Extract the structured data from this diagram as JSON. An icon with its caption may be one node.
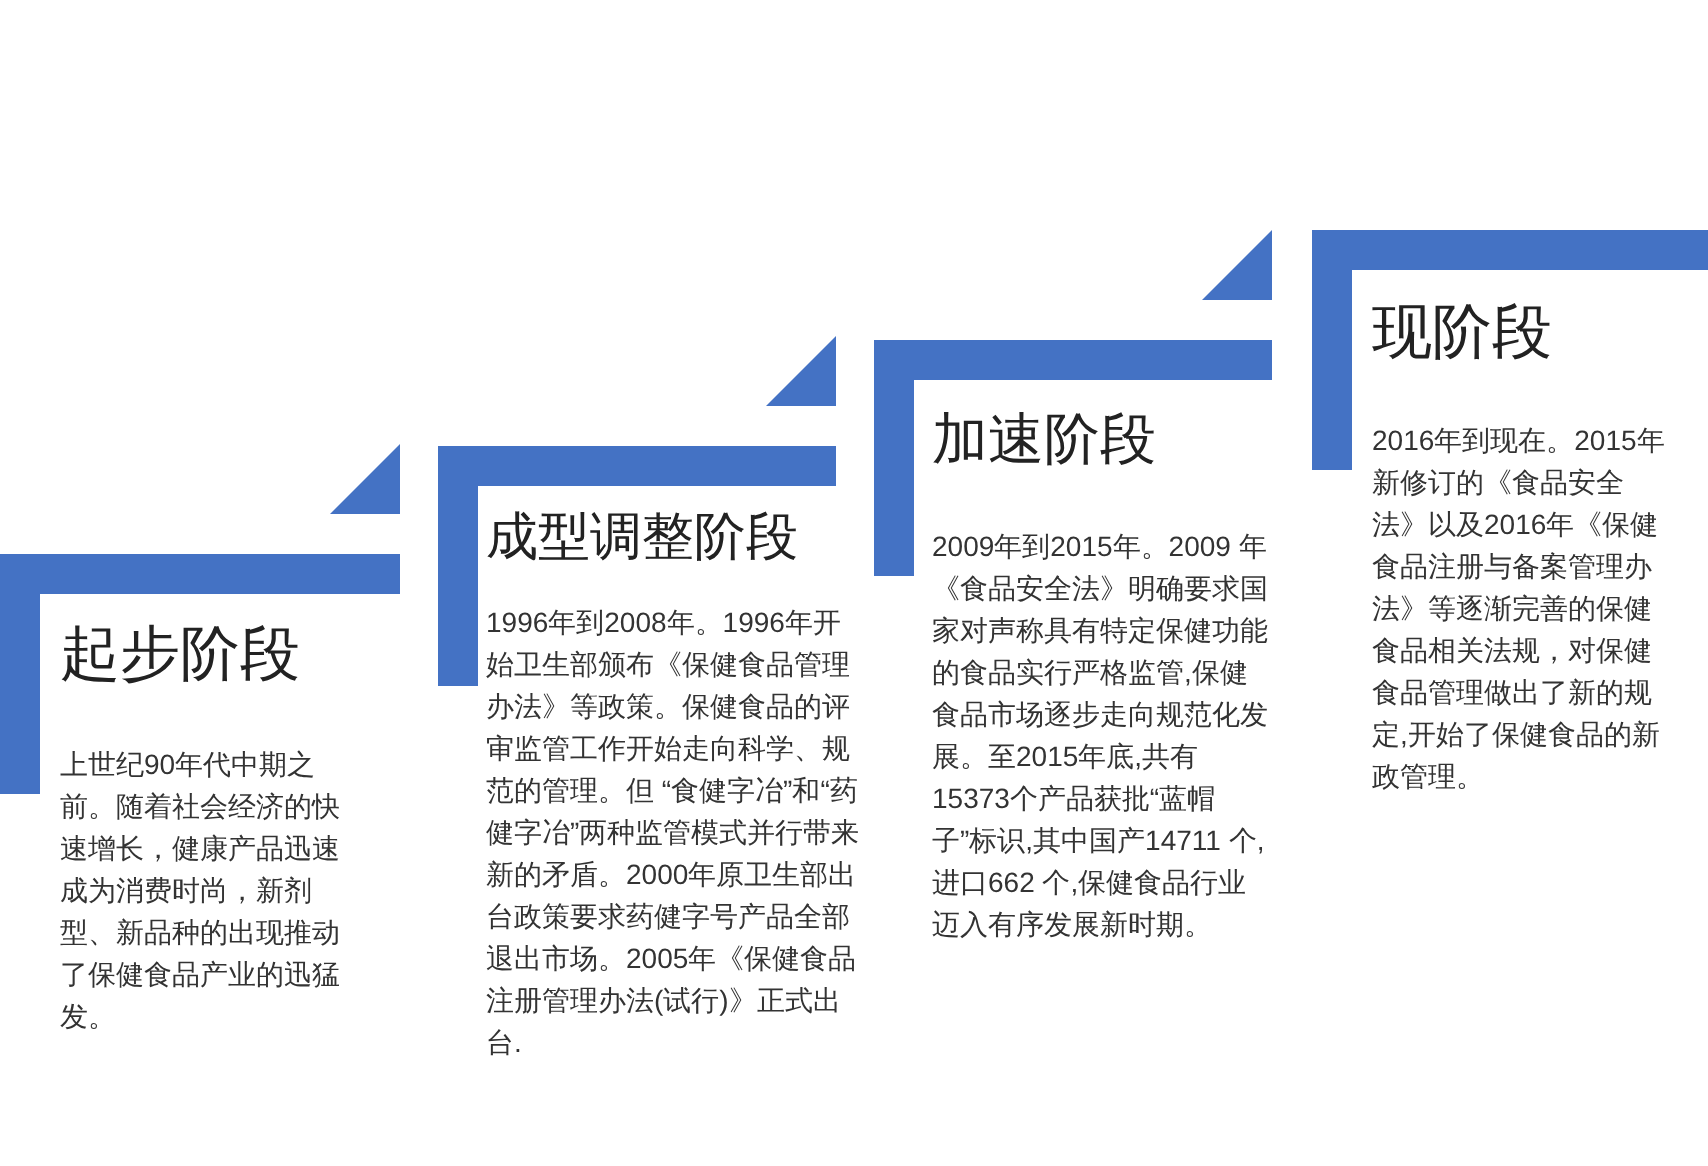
{
  "diagram": {
    "nodes": [
      {
        "text": [
          "起步阶段",
          "上世纪90年代中期之前。随着社会经济的快速增长，健康产品迅速成为消费时尚，新剂型、新品种的出现推动了保健食品产业的迅猛发。"
        ]
      },
      {
        "text": [
          "成型调整阶段",
          "1996年到2008年。1996年开始卫生部颁布《保健食品管理办法》等政策。保健食品的评审监管工作开始走向科学、规范的管理。但 “食健字冶”和“药健字冶”两种监管模式并行带来新的矛盾。2000年原卫生部出台政策要求药健字号产品全部退出市场。2005年《保健食品注册管理办法(试行)》正式出台."
        ]
      },
      {
        "text": [
          "加速阶段",
          "2009年到2015年。2009 年《食品安全法》明确要求国家对声称具有特定保健功能的食品实行严格监管,保健食品市场逐步走向规范化发展。至2015年底,共有15373个产品获批“蓝帽子”标识,其中国产14711 个,进口662 个,保健食品行业迈入有序发展新时期。"
        ]
      },
      {
        "text": [
          "现阶段",
          "2016年到现在。2015年新修订的《食品安全法》以及2016年《保健食品注册与备案管理办法》等逐渐完善的保健食品相关法规，对保健食品管理做出了新的规定,开始了保健食品的新政管理。"
        ]
      }
    ]
  }
}
